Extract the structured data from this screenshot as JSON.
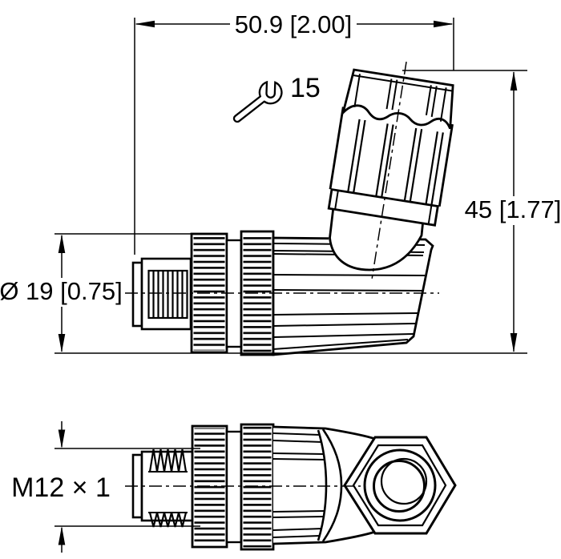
{
  "dimensions": {
    "width": "50.9 [2.00]",
    "height": "45 [1.77]",
    "diameter": "Ø 19 [0.75]",
    "thread": "M12 × 1",
    "wrench_size": "15"
  },
  "icons": {
    "wrench": "wrench-icon"
  },
  "colors": {
    "line": "#000000",
    "background": "#ffffff"
  }
}
